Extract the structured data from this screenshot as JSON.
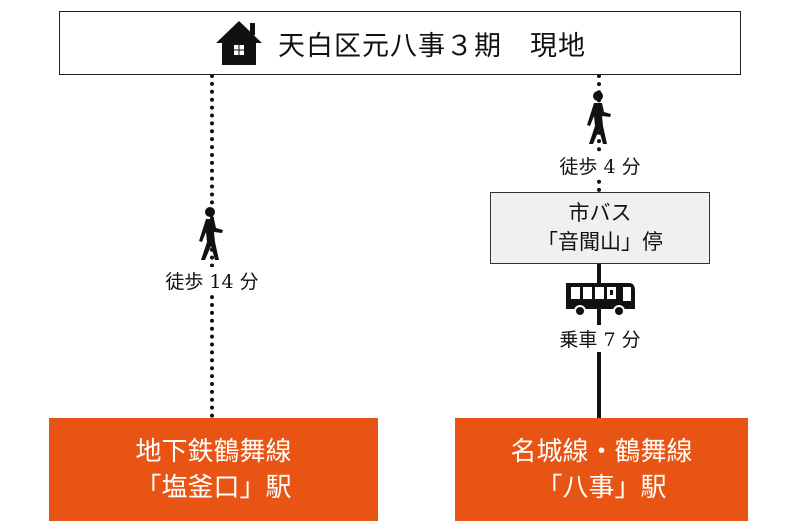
{
  "site": {
    "label": "天白区元八事３期　現地",
    "icon": "house-icon"
  },
  "left_route": {
    "walk_label": "徒歩 14 分",
    "icon": "walking-person-icon"
  },
  "right_route": {
    "walk_label": "徒歩 4 分",
    "bus_stop": {
      "line1": "市バス",
      "line2": "「音聞山」停"
    },
    "ride_label": "乗車 7 分",
    "icon": "bus-icon"
  },
  "stations": [
    {
      "line1": "地下鉄鶴舞線",
      "line2": "「塩釜口」駅"
    },
    {
      "line1": "名城線・鶴舞線",
      "line2": "「八事」駅"
    }
  ],
  "colors": {
    "station": "#e85414",
    "stop_bg": "#f0f0f0"
  }
}
